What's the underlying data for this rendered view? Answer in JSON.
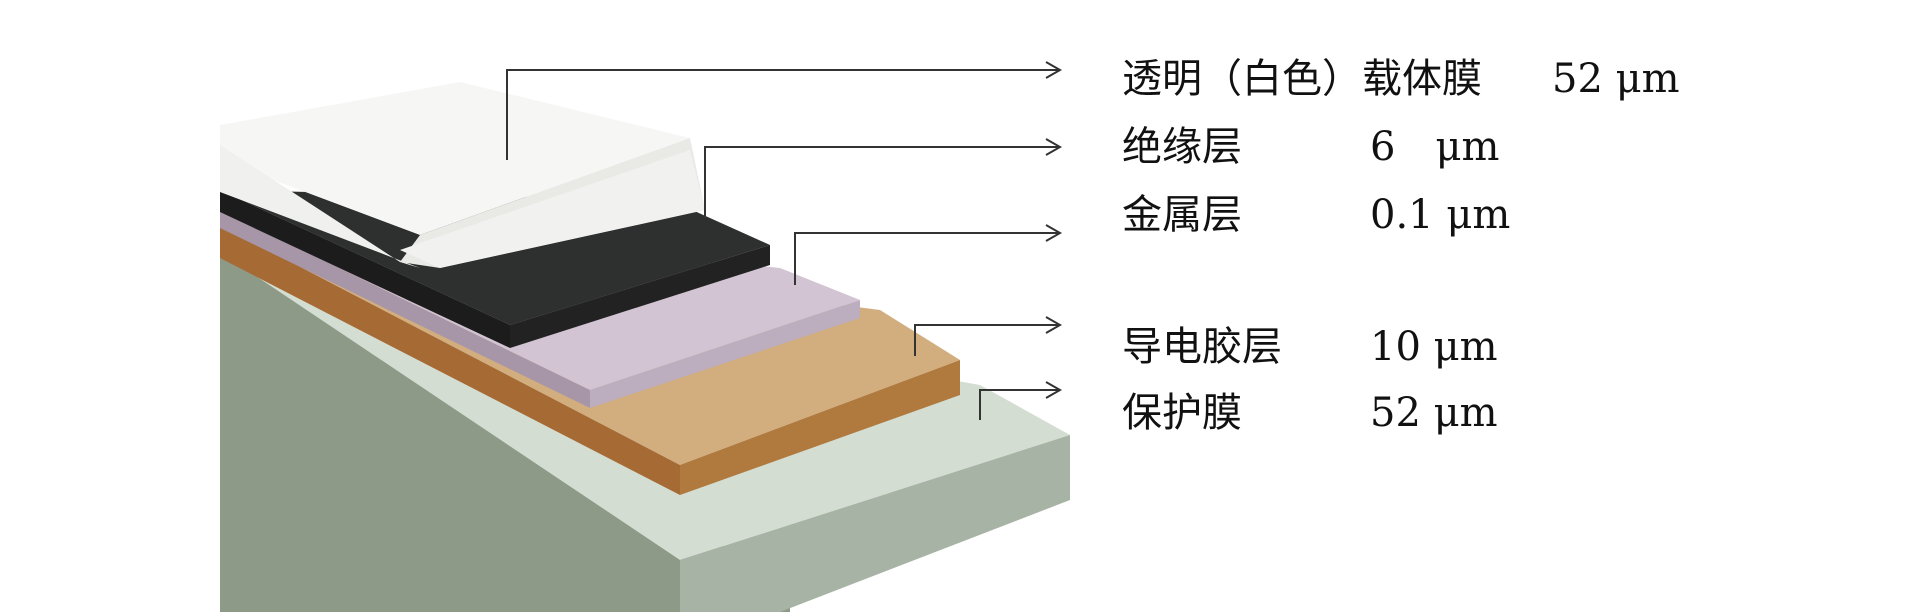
{
  "layers": [
    {
      "name": "透明（白色）载体膜",
      "thickness": "52 μm",
      "top": "#f6f7f5",
      "side": "#ecede9"
    },
    {
      "name": "绝缘层",
      "thickness": "6　μm",
      "top": "#2e2f2f",
      "side": "#1c1c1c"
    },
    {
      "name": "金属层",
      "thickness": "0.1 μm",
      "top": "#d2c4d2",
      "side": "#a796a8"
    },
    {
      "name": "导电胶层",
      "thickness": "10 μm",
      "top": "#d2ad7e",
      "side": "#a66a35"
    },
    {
      "name": "保护膜",
      "thickness": "52 μm",
      "top": "#d4ddd2",
      "side": "#a7b3a4"
    }
  ]
}
